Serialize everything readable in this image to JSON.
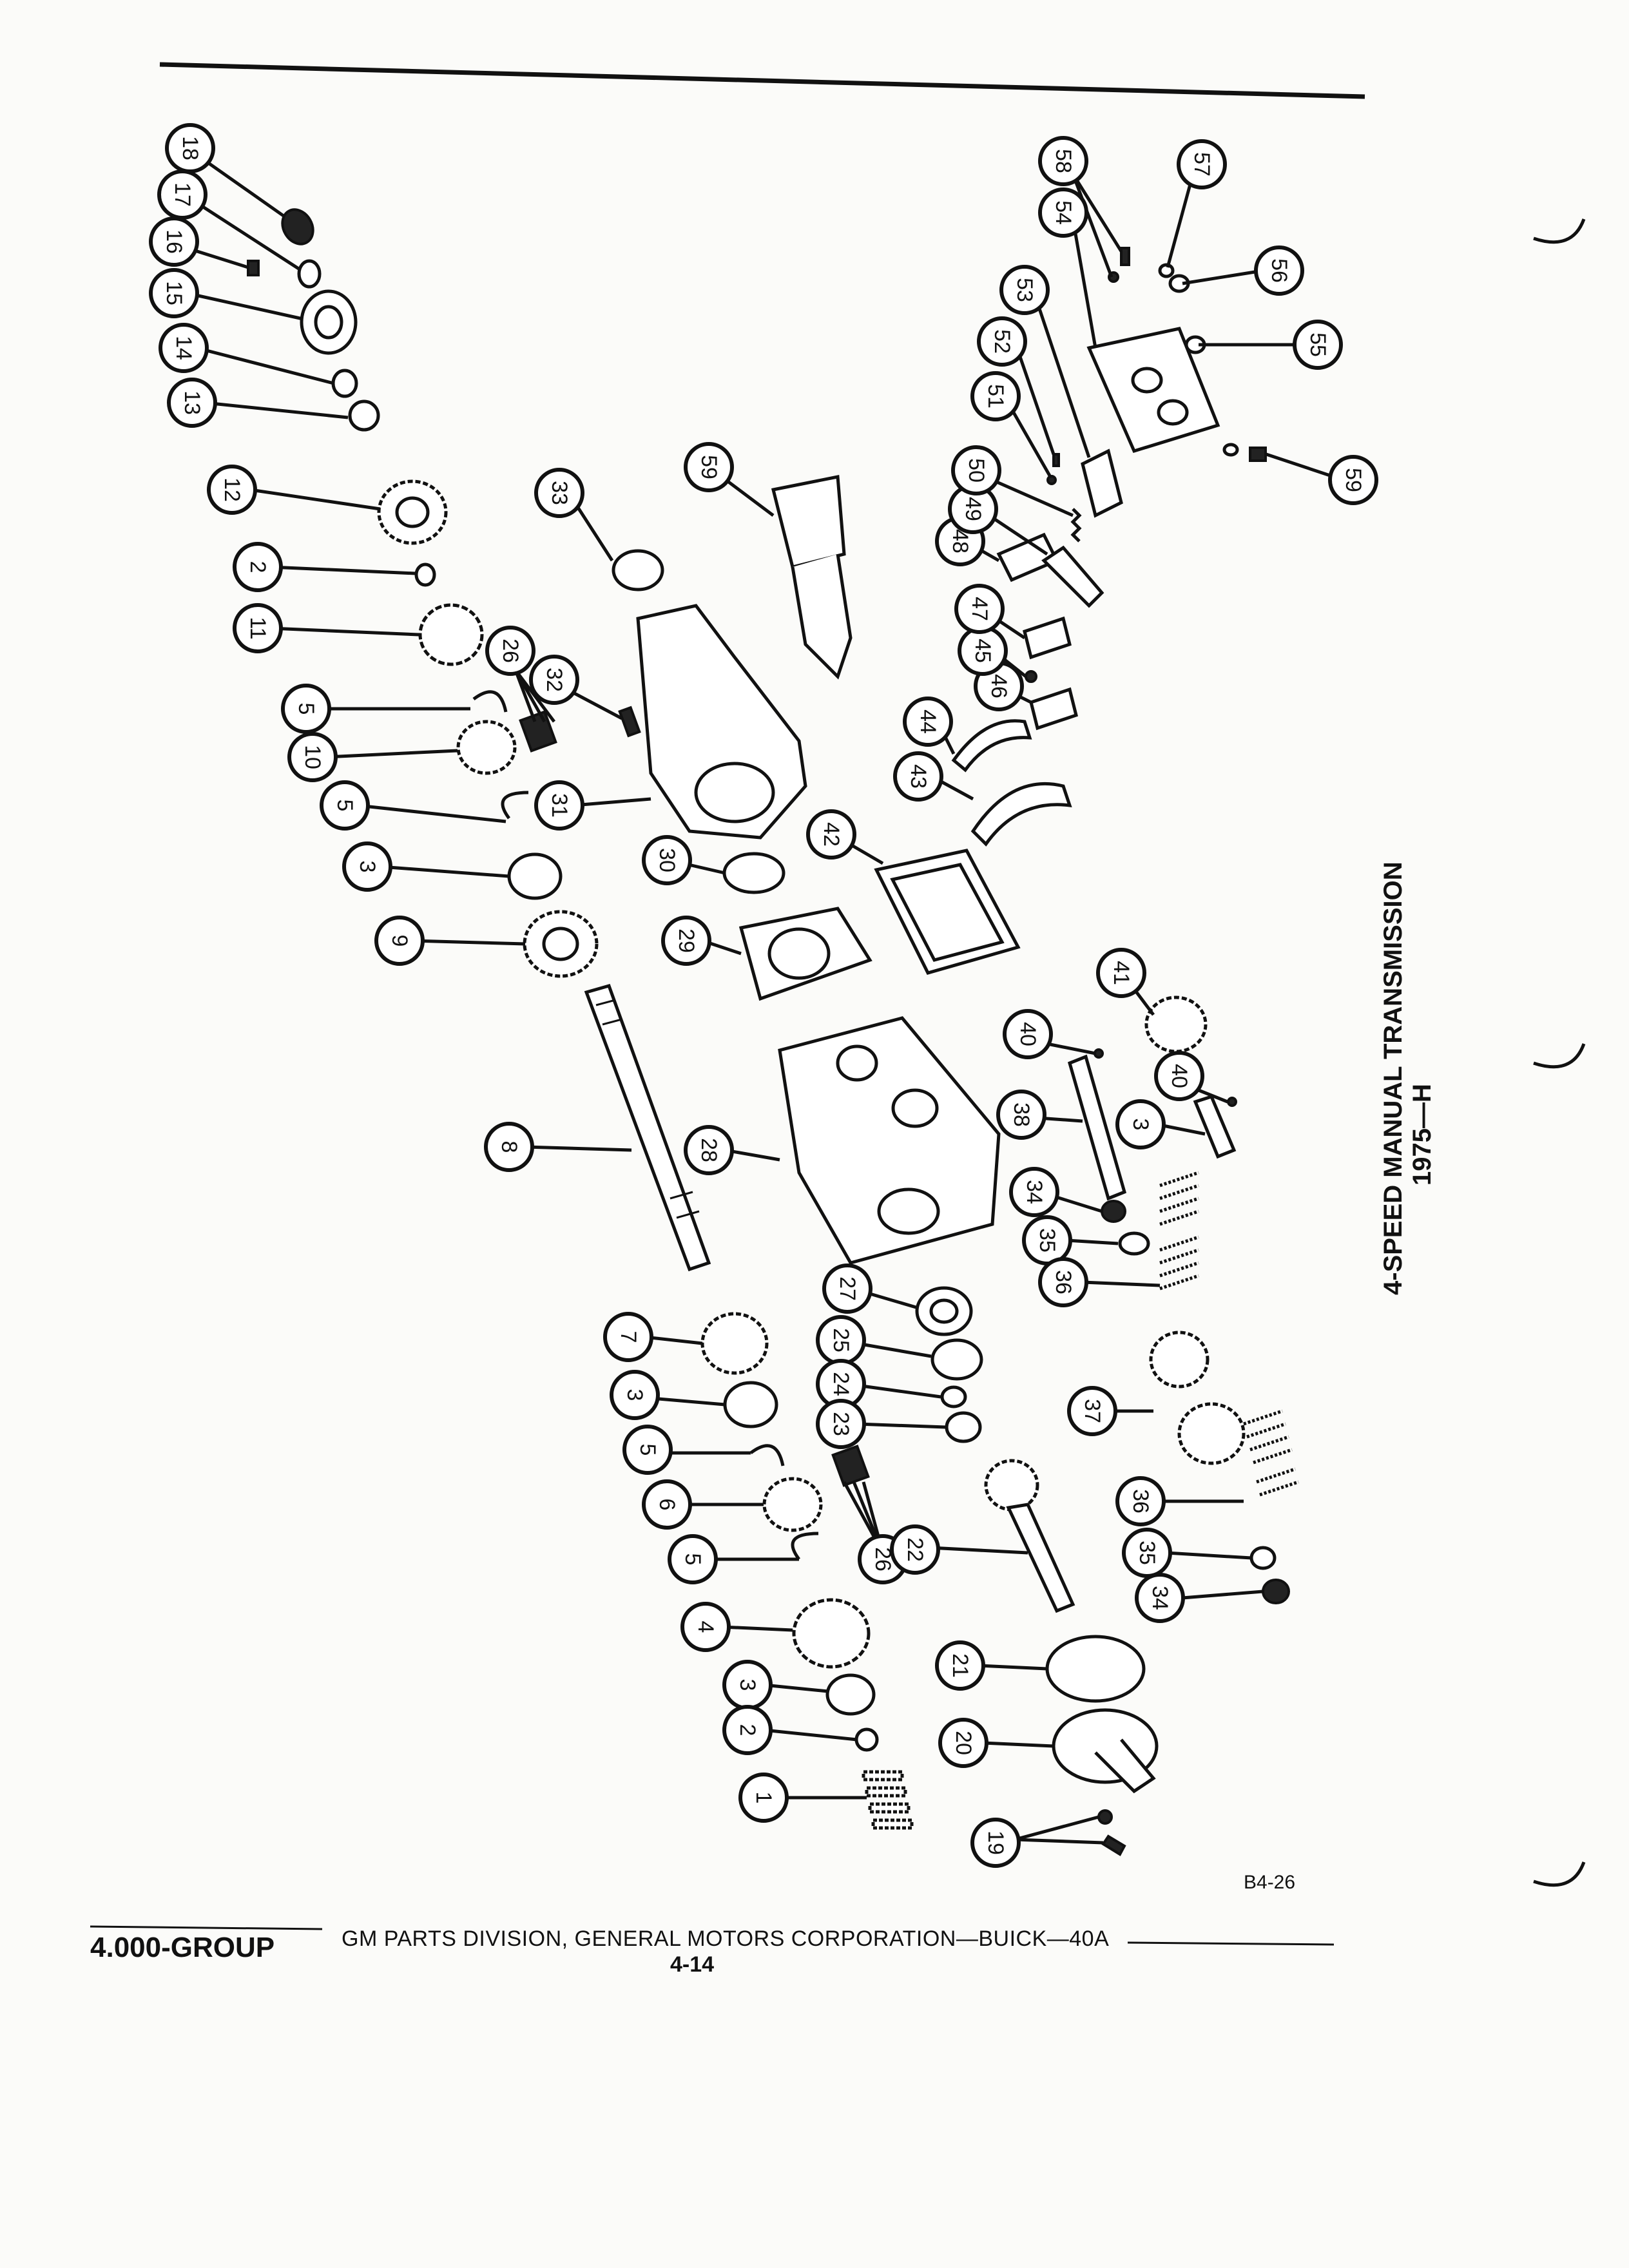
{
  "title": {
    "line1": "4-SPEED MANUAL TRANSMISSION",
    "line2": "1975—H"
  },
  "figure_ref": "B4-26",
  "footer": {
    "group": "4.000-GROUP",
    "publisher": "GM PARTS DIVISION, GENERAL MOTORS CORPORATION—BUICK—40A",
    "page": "4-14"
  },
  "callouts": [
    "1",
    "2",
    "3",
    "4",
    "5",
    "6",
    "7",
    "8",
    "9",
    "10",
    "11",
    "12",
    "13",
    "14",
    "15",
    "16",
    "17",
    "18",
    "19",
    "20",
    "21",
    "22",
    "23",
    "24",
    "25",
    "26",
    "27",
    "28",
    "29",
    "30",
    "31",
    "32",
    "33",
    "34",
    "35",
    "36",
    "37",
    "38",
    "40",
    "41",
    "42",
    "43",
    "44",
    "45",
    "46",
    "47",
    "48",
    "49",
    "50",
    "51",
    "52",
    "53",
    "54",
    "55",
    "56",
    "57",
    "58",
    "59"
  ]
}
